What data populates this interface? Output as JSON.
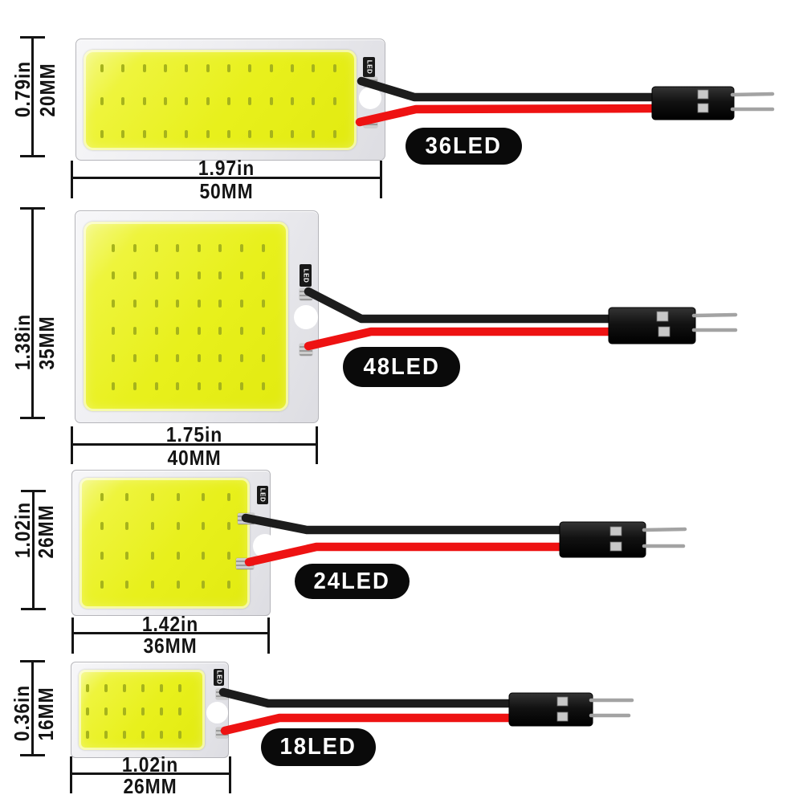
{
  "image_type": "COB LED panel size comparison diagram",
  "colors": {
    "background": "#ffffff",
    "cob_yellow": "#e8f01c",
    "pcb": "#ececee",
    "wire_black": "#1c1c1c",
    "wire_red": "#ee1212",
    "connector_black": "#141414",
    "pin_silver": "#a3a3a3",
    "badge_bg": "#0a0a0a",
    "badge_text": "#ffffff",
    "dimension_ink": "#141414"
  },
  "panels": [
    {
      "name": "36 LED panel",
      "label": "36LED",
      "led_count": 36,
      "dot_grid": {
        "rows": 3,
        "cols": 12
      },
      "height": {
        "inches": "0.79in",
        "millimeters": "20MM"
      },
      "width": {
        "inches": "1.97in",
        "millimeters": "50MM"
      },
      "chip_label": "LED"
    },
    {
      "name": "48 LED panel",
      "label": "48LED",
      "led_count": 48,
      "dot_grid": {
        "rows": 6,
        "cols": 8
      },
      "height": {
        "inches": "1.38in",
        "millimeters": "35MM"
      },
      "width": {
        "inches": "1.75in",
        "millimeters": "40MM"
      },
      "chip_label": "LED"
    },
    {
      "name": "24 LED panel",
      "label": "24LED",
      "led_count": 24,
      "dot_grid": {
        "rows": 4,
        "cols": 6
      },
      "height": {
        "inches": "1.02in",
        "millimeters": "26MM"
      },
      "width": {
        "inches": "1.42in",
        "millimeters": "36MM"
      },
      "chip_label": "LED"
    },
    {
      "name": "18 LED panel",
      "label": "18LED",
      "led_count": 18,
      "dot_grid": {
        "rows": 3,
        "cols": 6
      },
      "height": {
        "inches": "0.36in",
        "millimeters": "16MM"
      },
      "width": {
        "inches": "1.02in",
        "millimeters": "26MM"
      },
      "chip_label": "LED"
    }
  ]
}
